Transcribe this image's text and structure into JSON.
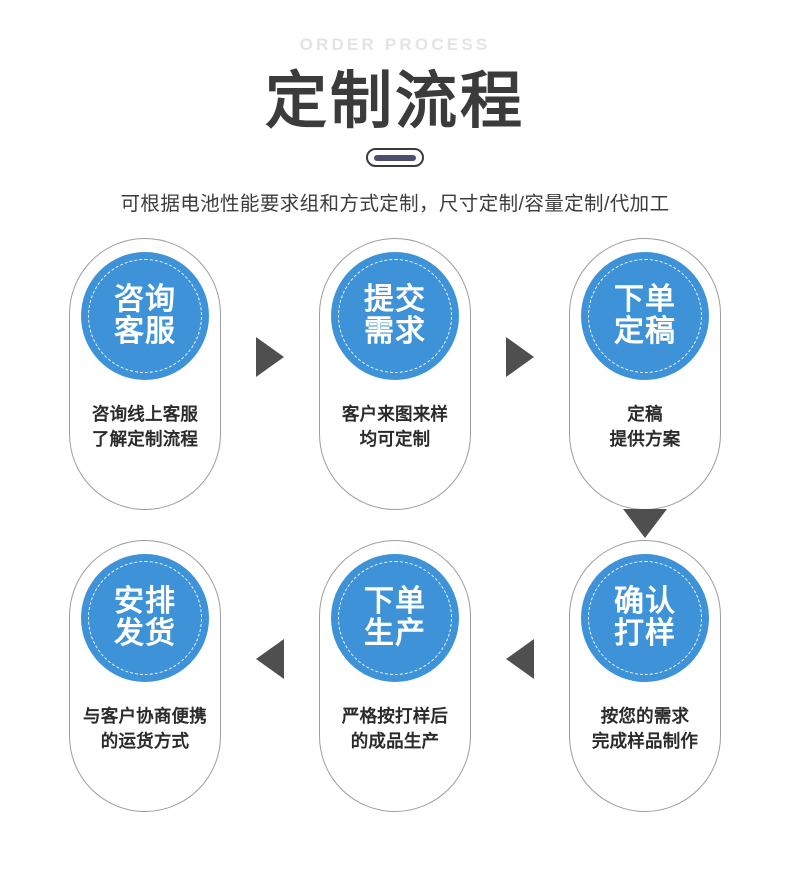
{
  "header": {
    "eyebrow": "ORDER PROCESS",
    "title": "定制流程",
    "subtitle": "可根据电池性能要求组和方式定制，尺寸定制/容量定制/代加工"
  },
  "colors": {
    "circle_blue": "#3d92d8",
    "arrow_gray": "#4f4f4f",
    "title_dark": "#3b3b3b",
    "eyebrow_gray": "#e4e4e4",
    "card_border": "#9e9e9e",
    "deco_bar": "#4b4f6b"
  },
  "steps": [
    {
      "step": 1,
      "circle_line1": "咨询",
      "circle_line2": "客服",
      "caption_line1": "咨询线上客服",
      "caption_line2": "了解定制流程"
    },
    {
      "step": 2,
      "circle_line1": "提交",
      "circle_line2": "需求",
      "caption_line1": "客户来图来样",
      "caption_line2": "均可定制"
    },
    {
      "step": 3,
      "circle_line1": "下单",
      "circle_line2": "定稿",
      "caption_line1": "定稿",
      "caption_line2": "提供方案"
    },
    {
      "step": 4,
      "circle_line1": "确认",
      "circle_line2": "打样",
      "caption_line1": "按您的需求",
      "caption_line2": "完成样品制作"
    },
    {
      "step": 5,
      "circle_line1": "下单",
      "circle_line2": "生产",
      "caption_line1": "严格按打样后",
      "caption_line2": "的成品生产"
    },
    {
      "step": 6,
      "circle_line1": "安排",
      "circle_line2": "发货",
      "caption_line1": "与客户协商便携",
      "caption_line2": "的运货方式"
    }
  ],
  "arrows": [
    {
      "id": "arrow-1-to-2",
      "direction": "right"
    },
    {
      "id": "arrow-2-to-3",
      "direction": "right"
    },
    {
      "id": "arrow-3-to-4",
      "direction": "down"
    },
    {
      "id": "arrow-4-to-5",
      "direction": "left"
    },
    {
      "id": "arrow-5-to-6",
      "direction": "left"
    }
  ]
}
